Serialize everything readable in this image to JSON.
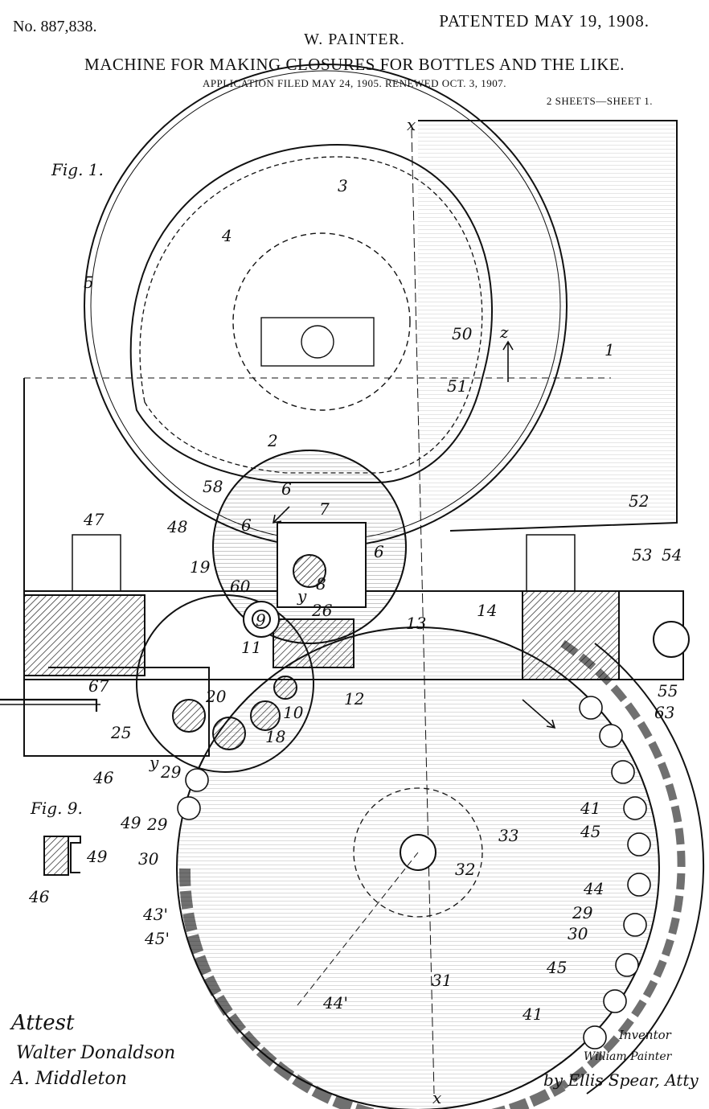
{
  "header": {
    "patent_number": "No. 887,838.",
    "patented_date": "PATENTED MAY 19, 1908.",
    "inventor": "W. PAINTER.",
    "title": "MACHINE FOR MAKING CLOSURES FOR BOTTLES AND THE LIKE.",
    "application": "APPLICATION FILED MAY 24, 1905. RENEWED OCT. 3, 1907.",
    "sheets": "2 SHEETS—SHEET 1."
  },
  "figures": {
    "fig1": "Fig. 1.",
    "fig9": "Fig. 9."
  },
  "reference_numerals": {
    "n1": "1",
    "n2": "2",
    "n3": "3",
    "n4": "4",
    "n5": "5",
    "n6a": "6",
    "n6b": "6",
    "n6c": "6",
    "n7": "7",
    "n8": "8",
    "n9": "9",
    "n10": "10",
    "n11": "11",
    "n12": "12",
    "n13": "13",
    "n14": "14",
    "n18": "18",
    "n19": "19",
    "n20": "20",
    "n25": "25",
    "n26": "26",
    "n29a": "29",
    "n29b": "29",
    "n29c": "29",
    "n30a": "30",
    "n30b": "30",
    "n31": "31",
    "n32": "32",
    "n33": "33",
    "n41a": "41",
    "n41b": "41",
    "n43p": "43'",
    "n44": "44",
    "n44p": "44'",
    "n45a": "45",
    "n45b": "45",
    "n45p": "45'",
    "n46a": "46",
    "n46b": "46",
    "n47": "47",
    "n48": "48",
    "n49a": "49",
    "n49b": "49",
    "n50": "50",
    "n51": "51",
    "n52": "52",
    "n53": "53",
    "n54": "54",
    "n55": "55",
    "n58": "58",
    "n60": "60",
    "n63": "63",
    "n67": "67",
    "sx_top": "x",
    "sx_bot": "x",
    "sy1": "y",
    "sy2": "y",
    "sz": "z"
  },
  "signatures": {
    "attest": "Attest",
    "witness1": "Walter Donaldson",
    "witness2": "A. Middleton",
    "inventor_caption": "Inventor",
    "inventor_name": "William Painter",
    "attorney": "by Ellis Spear, Atty"
  }
}
